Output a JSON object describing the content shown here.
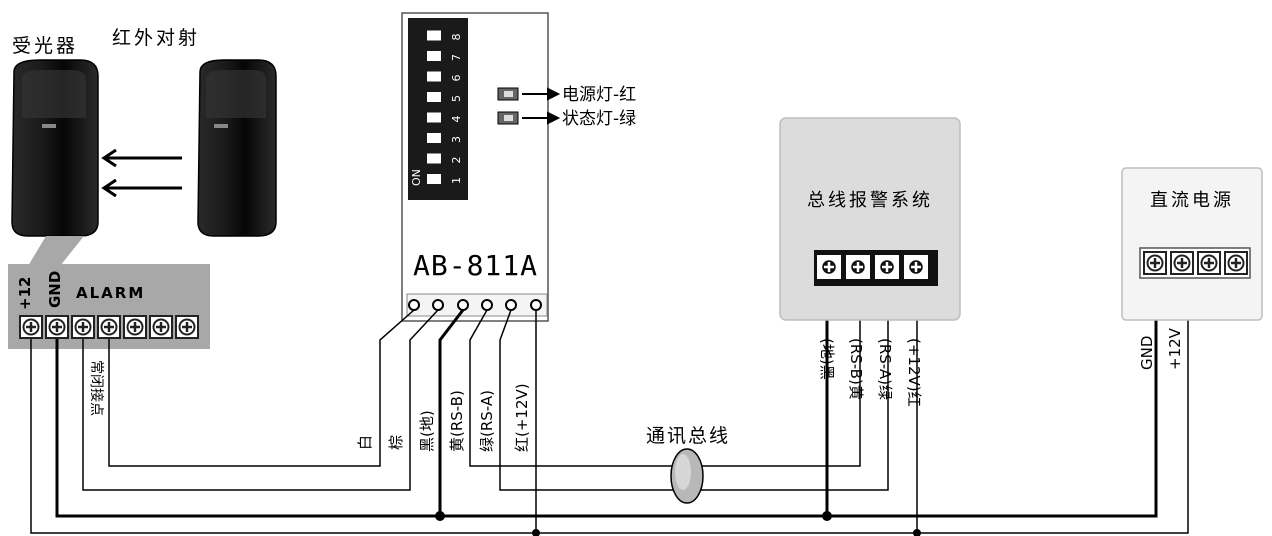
{
  "detector": {
    "receiver_label": "受光器",
    "emitter_label": "红外对射",
    "terminal_label_plus12": "+12",
    "terminal_label_gnd": "GND",
    "terminal_label_alarm": "ALARM",
    "nc_contact_label": "常闭接点"
  },
  "module": {
    "model": "AB-811A",
    "dip_on_label": "ON",
    "dip_numbers": [
      "1",
      "2",
      "3",
      "4",
      "5",
      "6",
      "7",
      "8"
    ],
    "led_power": "电源灯-红",
    "led_status": "状态灯-绿"
  },
  "module_wires": {
    "white": "白",
    "brown": "棕",
    "black_gnd": "黑(地)",
    "yellow_rsb": "黄(RS-B)",
    "green_rsa": "绿(RS-A)",
    "red_12v": "红(+12V)"
  },
  "bus_label": "通讯总线",
  "alarm_system": {
    "title": "总线报警系统",
    "wire_black": "(地)黑",
    "wire_yellow": "(RS-B)黄",
    "wire_green": "(RS-A)绿",
    "wire_red": "(+12V)红"
  },
  "power_supply": {
    "title": "直流电源",
    "wire_gnd": "GND",
    "wire_12v": "+12V"
  }
}
